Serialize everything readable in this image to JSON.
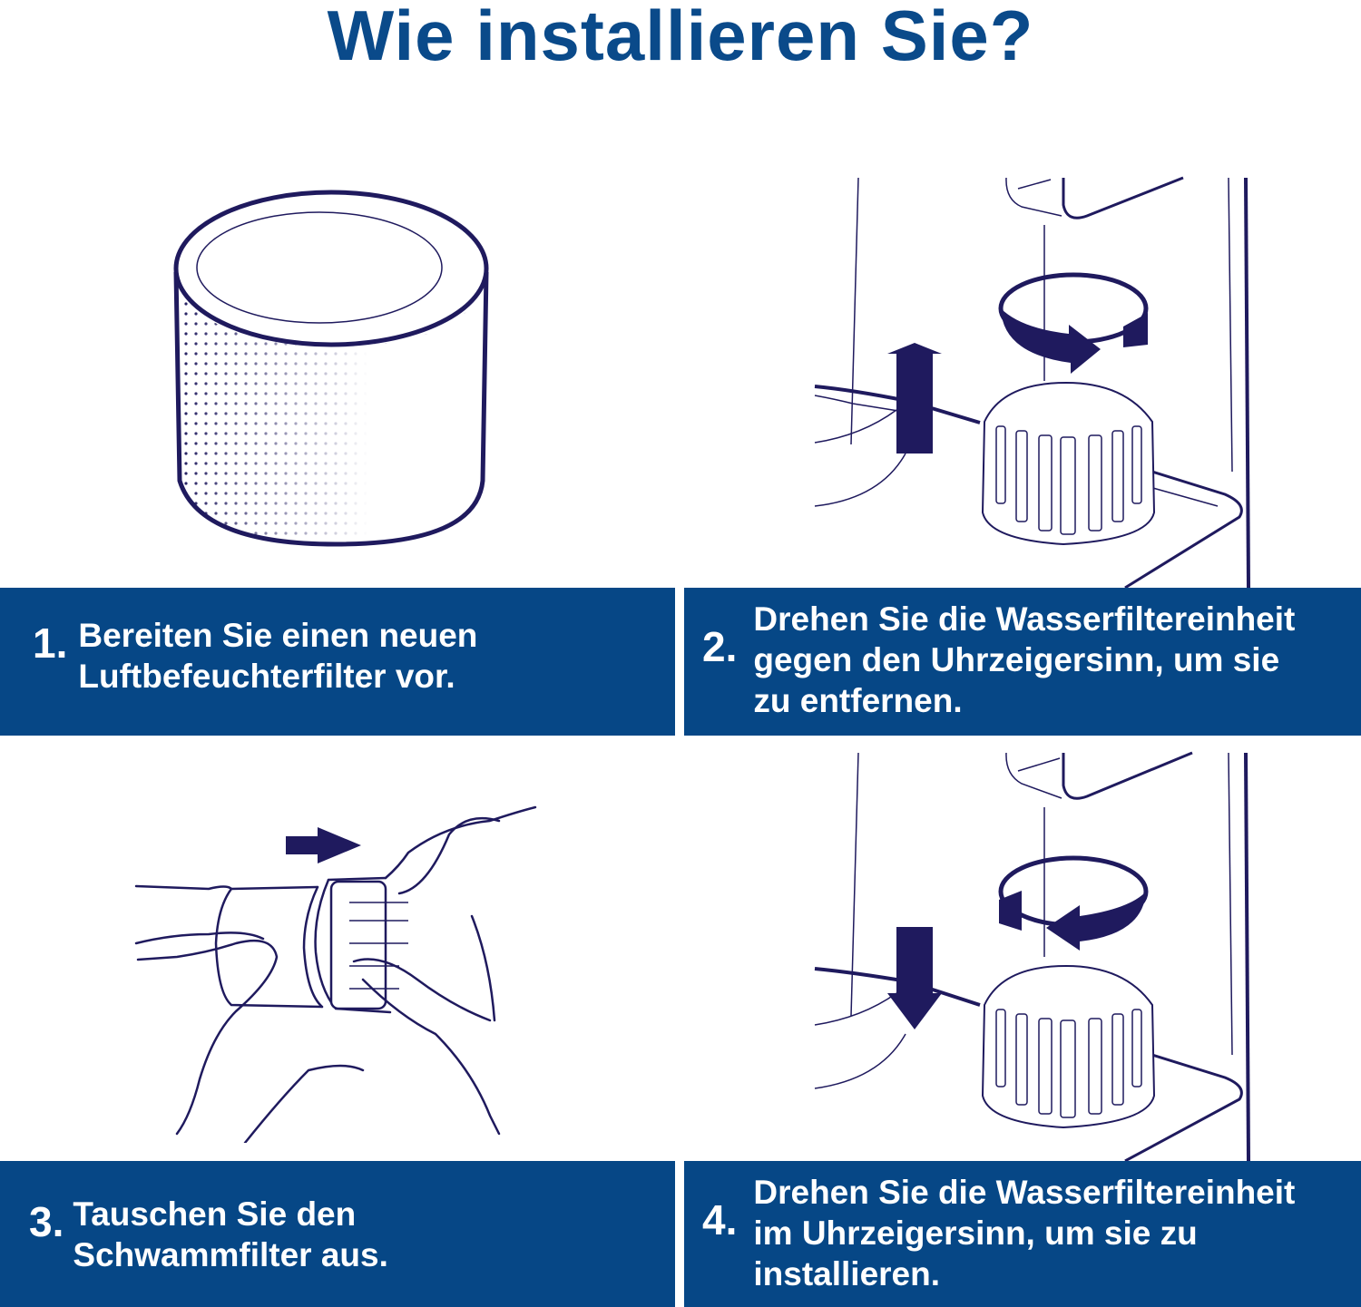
{
  "title": "Wie installieren Sie?",
  "colors": {
    "title": "#0a4a8a",
    "banner": "#064786",
    "banner_text": "#ffffff",
    "illustration_line": "#1f1a5e"
  },
  "steps": [
    {
      "number": "1.",
      "lines": [
        "Bereiten Sie einen neuen",
        "Luftbefeuchterfilter vor."
      ],
      "illustration": "cylindrical-filter"
    },
    {
      "number": "2.",
      "lines": [
        "Drehen Sie die Wasserfiltereinheit",
        "gegen den Uhrzeigersinn, um sie",
        "zu entfernen."
      ],
      "illustration": "knob-rotate-remove"
    },
    {
      "number": "3.",
      "lines": [
        "Tauschen Sie den",
        "Schwammfilter aus."
      ],
      "illustration": "hands-swap-sponge"
    },
    {
      "number": "4.",
      "lines": [
        "Drehen Sie die Wasserfiltereinheit",
        "im Uhrzeigersinn, um sie zu",
        "installieren."
      ],
      "illustration": "knob-rotate-install"
    }
  ]
}
